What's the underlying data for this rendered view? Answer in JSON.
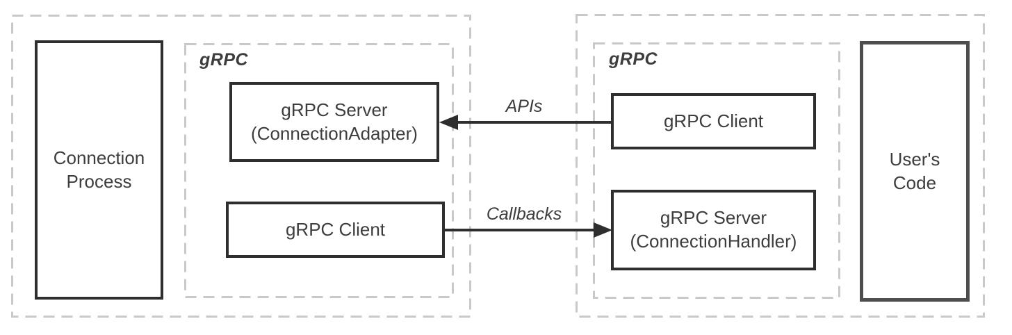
{
  "diagram": {
    "background": "#ffffff",
    "colors": {
      "solid_border": "#2e2e2e",
      "users_code_border": "#4d4d4d",
      "dashed_border": "#c9c9c9",
      "text": "#3d3d3d",
      "arrow": "#2e2e2e"
    },
    "left_group": {
      "process_box_label": "Connection\nProcess",
      "grpc_container_label": "gRPC",
      "server_box_label": "gRPC Server\n(ConnectionAdapter)",
      "client_box_label": "gRPC Client"
    },
    "right_group": {
      "grpc_container_label": "gRPC",
      "client_box_label": "gRPC Client",
      "server_box_label": "gRPC Server\n(ConnectionHandler)",
      "code_box_label": "User's\nCode"
    },
    "arrows": {
      "apis_label": "APIs",
      "callbacks_label": "Callbacks"
    }
  }
}
